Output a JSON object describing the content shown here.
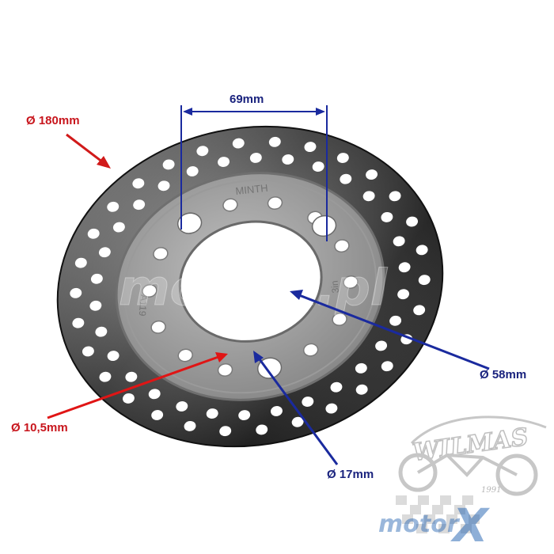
{
  "labels": {
    "outer_diameter": "Ø 180mm",
    "bolt_spacing": "69mm",
    "center_bore": "Ø 58mm",
    "small_hole": "Ø 10,5mm",
    "mount_hole": "Ø 17mm"
  },
  "disc_markings": {
    "brand": "MINTH",
    "part_left": "A119",
    "part_right": "3in"
  },
  "watermark": {
    "center_text": "motorx.pl",
    "logo_name": "WILMAS",
    "year": "1991",
    "logo_motor": "motor",
    "logo_x": "X"
  },
  "colors": {
    "outer_arrow": "#d11a1a",
    "small_arrow": "#e01515",
    "dimension_blue": "#1a2a9e",
    "label_text": "#c8161d",
    "blue_text": "#1a237e",
    "disc_rotor": "#3a3a3a",
    "disc_hub": "#a0a0a0",
    "watermark_blue": "#1e5fb0"
  }
}
